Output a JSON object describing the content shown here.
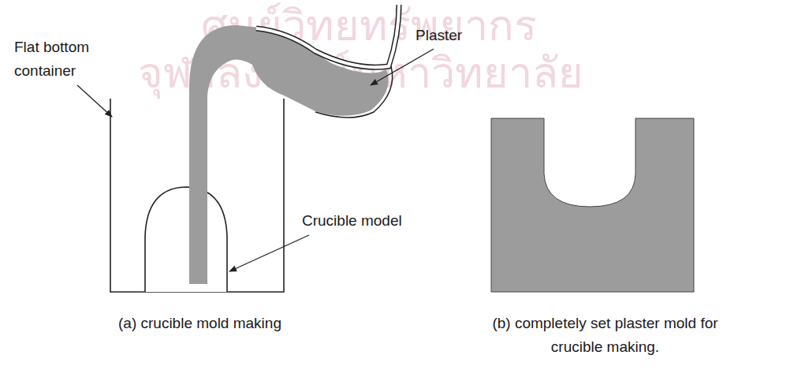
{
  "diagram": {
    "labels": [
      "ศูนย์วิทยทรัพยากร",
      "จุฬาลงกรณ์มหาวิทยาลัย",
      "Flat bottom container",
      "Plaster",
      "Crucible model",
      "(a) crucible mold making",
      "(b) completely set plaster mold for crucible making."
    ]
  }
}
